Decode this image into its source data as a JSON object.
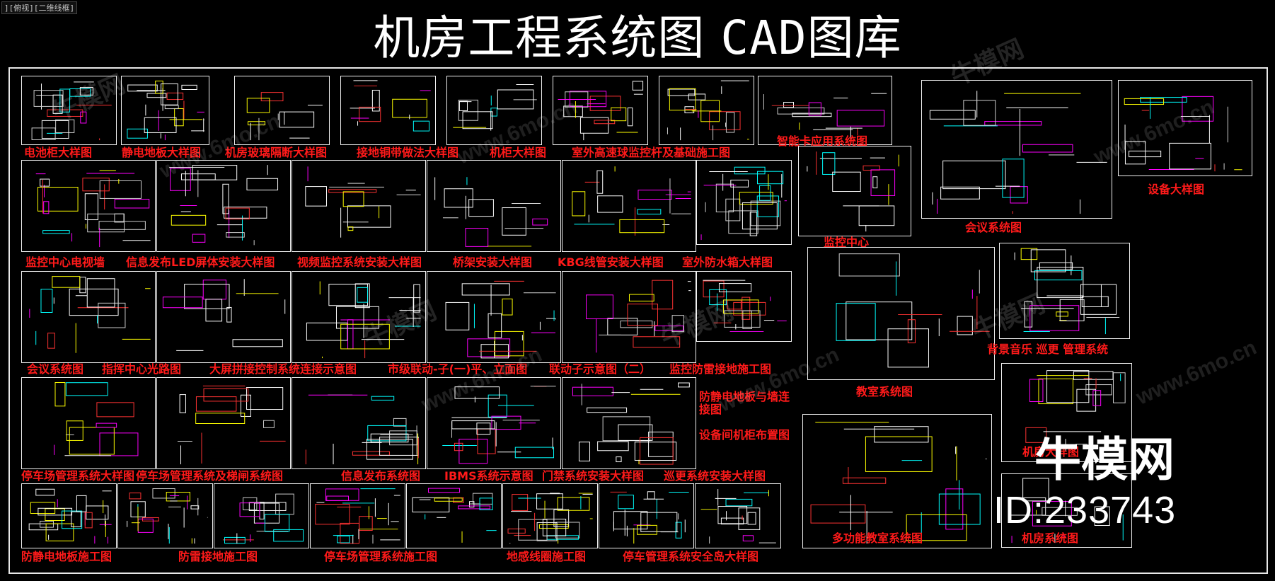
{
  "viewport_label": "][俯视][二维线框]",
  "title": {
    "cn": "机房工程系统图 ",
    "latin": "CAD",
    "cn2": "图库"
  },
  "watermark": {
    "brand": "牛模网",
    "id": "ID:233743",
    "url": "www.6mo.cn"
  },
  "drawings": [
    {
      "label": "电池柜大样图"
    },
    {
      "label": "静电地板大样图"
    },
    {
      "label": "机房玻璃隔断大样图"
    },
    {
      "label": "接地铜带做法大样图"
    },
    {
      "label": "机柜大样图"
    },
    {
      "label": "室外高速球监控杆及基础施工图"
    },
    {
      "label": "智能卡应用系统图"
    },
    {
      "label": "设备大样图"
    },
    {
      "label": "会议系统图"
    },
    {
      "label": "监控中心"
    },
    {
      "label": "监控中心电视墙"
    },
    {
      "label": "信息发布LED屏体安装大样图"
    },
    {
      "label": "视频监控系统安装大样图"
    },
    {
      "label": "桥架安装大样图"
    },
    {
      "label": "KBG线管安装大样图"
    },
    {
      "label": "室外防水箱大样图"
    },
    {
      "label": "背景音乐 巡更 管理系统"
    },
    {
      "label": "会议系统图"
    },
    {
      "label": "指挥中心光路图"
    },
    {
      "label": "大屏拼接控制系统连接示意图"
    },
    {
      "label": "市级联动-子(一)平、立面图"
    },
    {
      "label": "联动子示意图（二）"
    },
    {
      "label": "监控防雷接地施工图"
    },
    {
      "label": "教室系统图"
    },
    {
      "label": "防静电地板与墙连接图"
    },
    {
      "label": "设备间机柜布置图"
    },
    {
      "label": "机房大样图"
    },
    {
      "label": "停车场管理系统大样图"
    },
    {
      "label": "停车场管理系统及梯闸系统图"
    },
    {
      "label": "信息发布系统图"
    },
    {
      "label": "IBMS系统示意图"
    },
    {
      "label": "门禁系统安装大样图"
    },
    {
      "label": "巡更系统安装大样图"
    },
    {
      "label": "多功能教室系统图"
    },
    {
      "label": "机房系统图"
    },
    {
      "label": "防静电地板施工图"
    },
    {
      "label": "防雷接地施工图"
    },
    {
      "label": "停车场管理系统施工图"
    },
    {
      "label": "地感线圈施工图"
    },
    {
      "label": "停车管理系统安全岛大样图"
    }
  ]
}
